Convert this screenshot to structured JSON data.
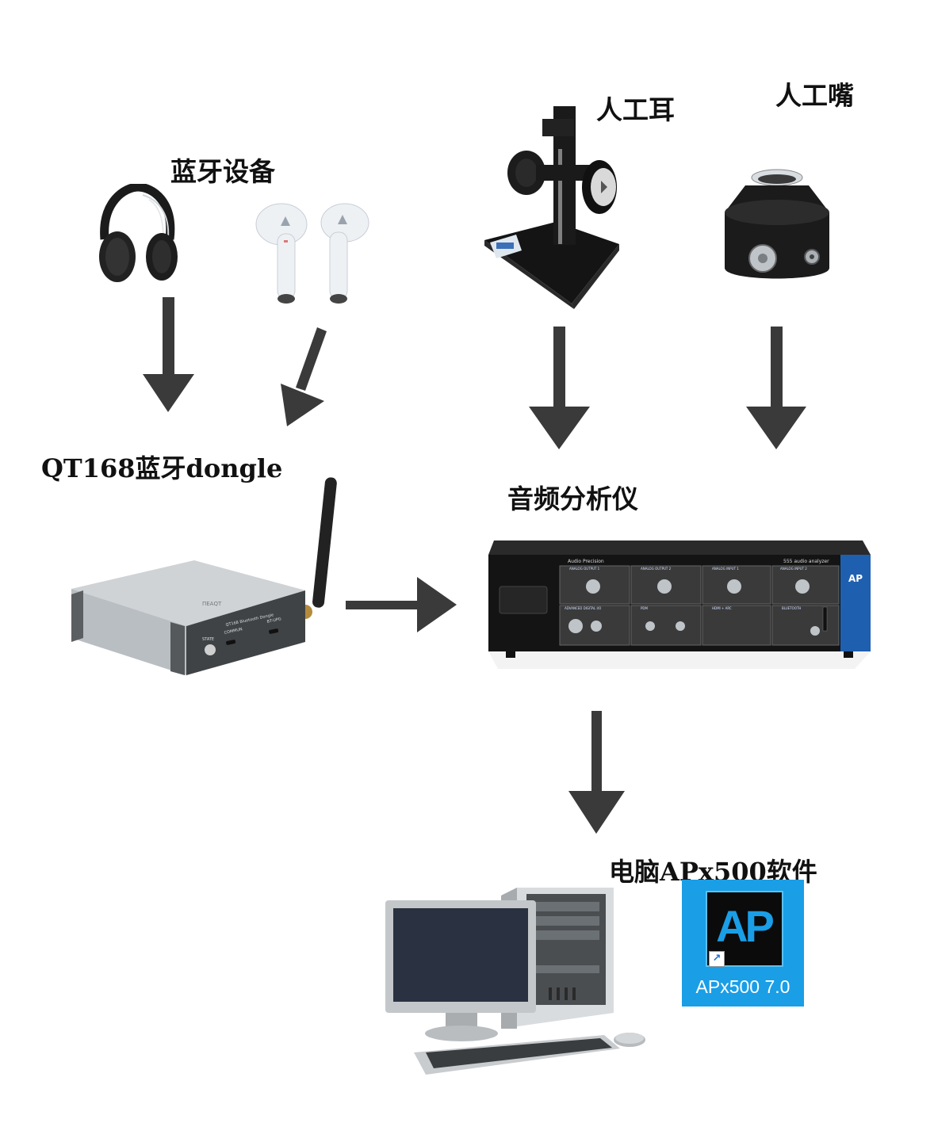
{
  "labels": {
    "bt_devices": "蓝牙设备",
    "artificial_ear": "人工耳",
    "artificial_mouth": "人工嘴",
    "dongle": "QT168蓝牙dongle",
    "analyzer": "音频分析仪",
    "pc_software": "电脑APx500软件"
  },
  "dongle_panel": {
    "brand": "ПЕАQT",
    "model": "QT168 Bluetooth Dongle",
    "port_state": "STATE",
    "port_commun": "COMMUN",
    "port_bt": "BT-UPG"
  },
  "analyzer_panel": {
    "brand": "Audio Precision",
    "model": "555 audio analyzer",
    "sections": [
      "ANALOG OUTPUT 1",
      "ANALOG OUTPUT 2",
      "ANALOG INPUT 1",
      "ANALOG INPUT 2",
      "ADVANCED DIGITAL I/O",
      "PDM",
      "HDMI + ARC",
      "BLUETOOTH"
    ],
    "logo": "AP"
  },
  "app_icon": {
    "logo": "AP",
    "label": "APx500 7.0"
  },
  "colors": {
    "arrow": "#3a3a3a",
    "icon_bg": "#1a9ee6",
    "analyzer_accent": "#1f5fb0"
  }
}
